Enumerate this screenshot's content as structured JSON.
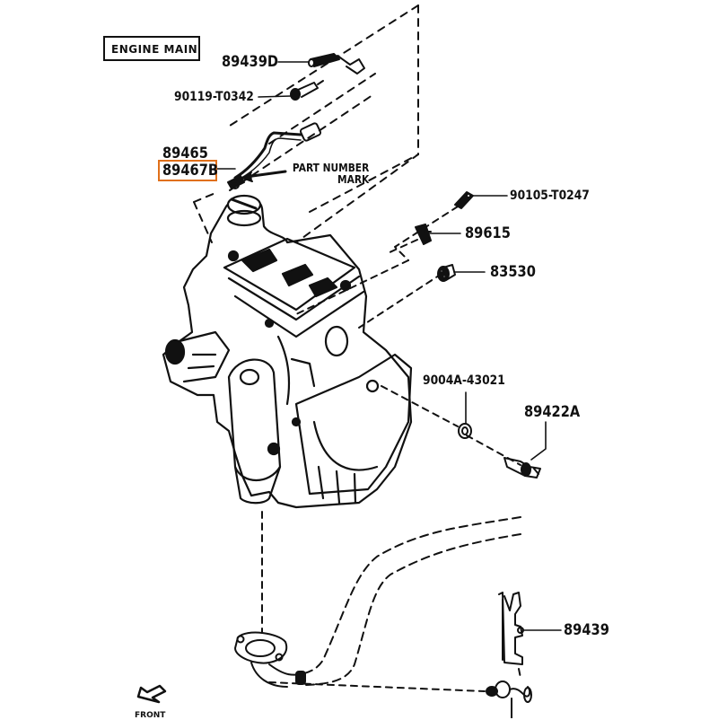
{
  "diagram": {
    "section_title": "ENGINE MAIN",
    "highlight_color": "#e0701a",
    "line_color": "#111111",
    "parts": [
      {
        "id": "p1",
        "number": "89439D",
        "part": "connector"
      },
      {
        "id": "p2",
        "number": "90119-T0342",
        "part": "bolt"
      },
      {
        "id": "p3",
        "number": "89465",
        "part": "oxygen-sensor"
      },
      {
        "id": "p4",
        "number": "89467B",
        "part": "oxygen-sensor",
        "highlighted": true
      },
      {
        "id": "p5",
        "number": "90105-T0247",
        "part": "bolt"
      },
      {
        "id": "p6",
        "number": "89615",
        "part": "knock-sensor"
      },
      {
        "id": "p7",
        "number": "83530",
        "part": "oil-pressure-switch"
      },
      {
        "id": "p8",
        "number": "9004A-43021",
        "part": "gasket"
      },
      {
        "id": "p9",
        "number": "89422A",
        "part": "temperature-sensor"
      },
      {
        "id": "p10",
        "number": "89439",
        "part": "bracket"
      }
    ],
    "annotation": {
      "line1": "PART NUMBER",
      "line2": "MARK"
    },
    "front_label": "FRONT"
  }
}
